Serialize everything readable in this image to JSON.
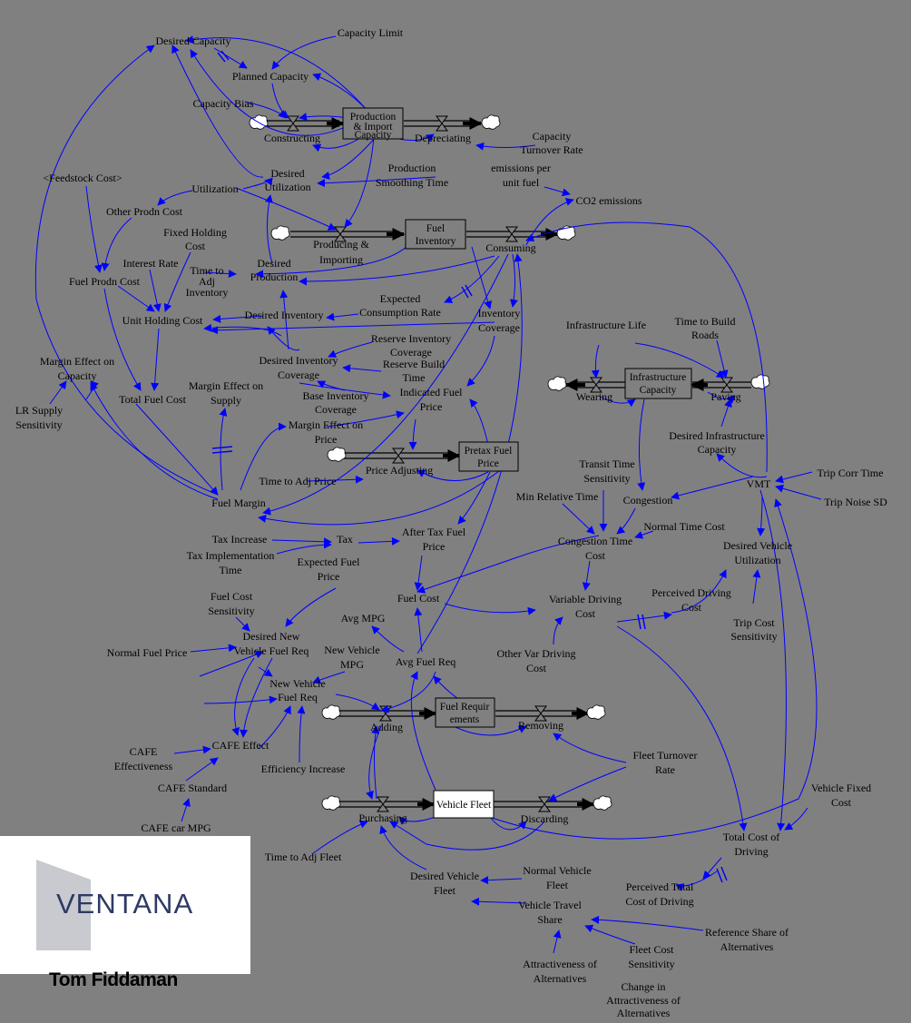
{
  "colors": {
    "background": "#808080",
    "link": "#0000ff",
    "pipe": "#000000",
    "stock_fill": "#808080",
    "highlight_stock": "#ffffff",
    "brand": "#2d3a66"
  },
  "stocks": {
    "production_capacity": "Production & Import Capacity",
    "fuel_inventory": "Fuel Inventory",
    "infrastructure_capacity": "Infrastructure Capacity",
    "pretax_fuel_price": "Pretax Fuel Price",
    "fuel_requirements": "Fuel Requir ements",
    "vehicle_fleet": "Vehicle Fleet"
  },
  "flows": {
    "constructing": "Constructing",
    "depreciating": "Depreciating",
    "producing_importing": "Producing & Importing",
    "consuming": "Consuming",
    "wearing": "Wearing",
    "paving": "Paving",
    "price_adjusting": "Price Adjusting",
    "adding": "Adding",
    "removing": "Removing",
    "purchasing": "Purchasing",
    "discarding": "Discarding"
  },
  "variables": {
    "desired_capacity": "Desired Capacity",
    "capacity_limit": "Capacity Limit",
    "planned_capacity": "Planned Capacity",
    "capacity_bias": "Capacity Bias",
    "capacity_turnover_rate": "Capacity Turnover Rate",
    "feedstock_cost": "<Feedstock Cost>",
    "utilization": "Utilization",
    "desired_utilization": "Desired Utilization",
    "production_smoothing_time": "Production Smoothing Time",
    "emissions_per_unit_fuel": "emissions per unit fuel",
    "co2_emissions": "CO2 emissions",
    "other_prodn_cost": "Other Prodn Cost",
    "fixed_holding_cost": "Fixed Holding Cost",
    "interest_rate": "Interest Rate",
    "time_to_adj_inventory": "Time to Adj Inventory",
    "desired_production": "Desired Production",
    "fuel_prodn_cost": "Fuel Prodn Cost",
    "unit_holding_cost": "Unit Holding Cost",
    "desired_inventory": "Desired Inventory",
    "expected_consumption_rate": "Expected Consumption Rate",
    "inventory_coverage": "Inventory Coverage",
    "infrastructure_life": "Infrastructure Life",
    "time_to_build_roads": "Time to Build Roads",
    "margin_effect_on_capacity": "Margin Effect on Capacity",
    "desired_inventory_coverage": "Desired Inventory Coverage",
    "reserve_inventory_coverage": "Reserve Inventory Coverage",
    "reserve_build_time": "Reserve Build Time",
    "indicated_fuel_price": "Indicated Fuel Price",
    "base_inventory_coverage": "Base Inventory Coverage",
    "lr_supply_sensitivity": "LR Supply Sensitivity",
    "total_fuel_cost": "Total Fuel Cost",
    "margin_effect_on_supply": "Margin Effect on Supply",
    "margin_effect_on_price": "Margin Effect on Price",
    "desired_infrastructure_capacity": "Desired Infrastructure Capacity",
    "time_to_adj_price": "Time to Adj Price",
    "transit_time_sensitivity": "Transit Time Sensitivity",
    "trip_corr_time": "Trip Corr Time",
    "vmt": "VMT",
    "fuel_margin": "Fuel Margin",
    "min_relative_time": "Min Relative Time",
    "congestion": "Congestion",
    "trip_noise_sd": "Trip Noise SD",
    "tax_increase": "Tax Increase",
    "tax": "Tax",
    "after_tax_fuel_price": "After Tax Fuel Price",
    "normal_time_cost": "Normal Time Cost",
    "tax_implementation_time": "Tax Implementation Time",
    "congestion_time_cost": "Congestion Time Cost",
    "desired_vehicle_utilization": "Desired Vehicle Utilization",
    "expected_fuel_price": "Expected Fuel Price",
    "fuel_cost_sensitivity": "Fuel Cost Sensitivity",
    "fuel_cost": "Fuel Cost",
    "variable_driving_cost": "Variable Driving Cost",
    "perceived_driving_cost": "Perceived Driving Cost",
    "avg_mpg": "Avg MPG",
    "desired_new_vehicle_fuel_req": "Desired New Vehicle Fuel Req",
    "trip_cost_sensitivity": "Trip Cost Sensitivity",
    "normal_fuel_price": "Normal Fuel Price",
    "new_vehicle_mpg": "New Vehicle MPG",
    "avg_fuel_req": "Avg Fuel Req",
    "other_var_driving_cost": "Other Var Driving Cost",
    "new_vehicle_fuel_req": "New Vehicle Fuel Req",
    "cafe_effectiveness": "CAFE Effectiveness",
    "cafe_effect": "CAFE Effect",
    "fleet_turnover_rate": "Fleet Turnover Rate",
    "efficiency_increase": "Efficiency Increase",
    "cafe_standard": "CAFE Standard",
    "vehicle_fixed_cost": "Vehicle Fixed Cost",
    "cafe_car_mpg": "CAFE car MPG",
    "total_cost_of_driving": "Total Cost of Driving",
    "time_to_adj_fleet": "Time to Adj Fleet",
    "desired_vehicle_fleet": "Desired Vehicle Fleet",
    "normal_vehicle_fleet": "Normal Vehicle Fleet",
    "perceived_total_cost_of_driving": "Perceived Total Cost of Driving",
    "vehicle_travel_share": "Vehicle Travel Share",
    "reference_share_of_alternatives": "Reference Share of Alternatives",
    "fleet_cost_sensitivity": "Fleet Cost Sensitivity",
    "attractiveness_of_alternatives": "Attractiveness of Alternatives",
    "change_in_attractiveness_of_alternatives": "Change in Attractiveness of Alternatives"
  },
  "branding": {
    "logo_text": "VENTANA",
    "author": "Tom Fiddaman"
  }
}
